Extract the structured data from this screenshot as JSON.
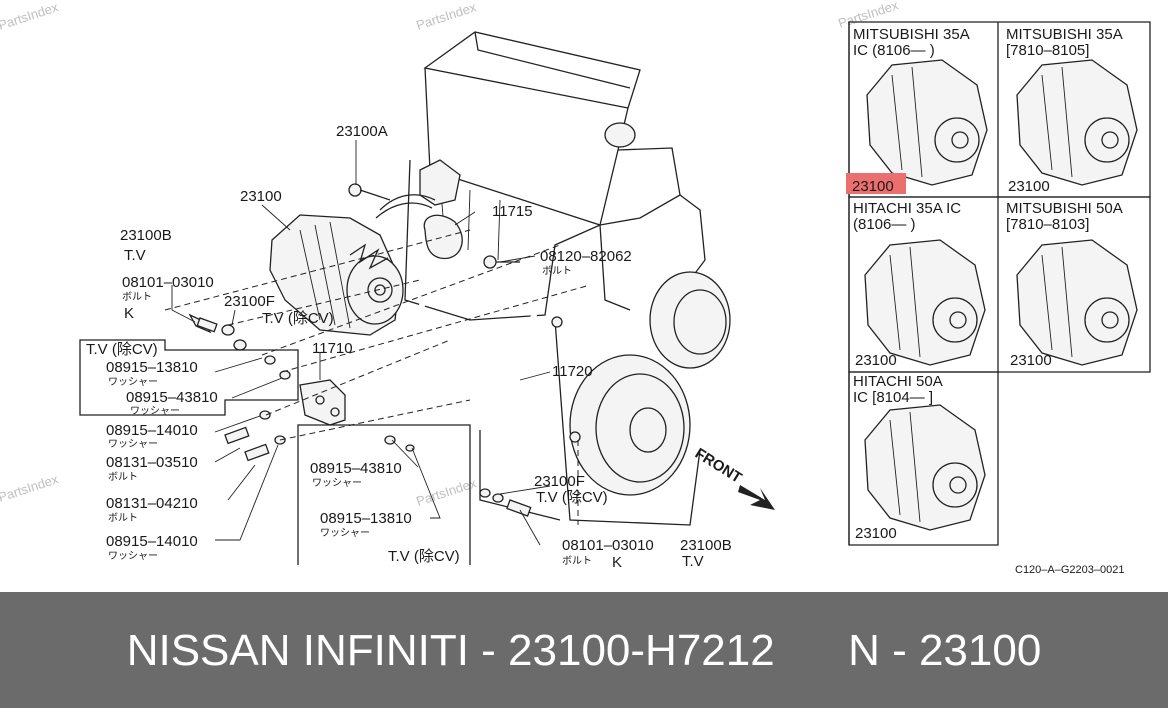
{
  "watermarks": [
    "PartsIndex",
    "PartsIndex",
    "PartsIndex",
    "PartsIndex",
    "PartsIndex"
  ],
  "diagram_labels": {
    "l_23100A": "23100A",
    "l_23100": "23100",
    "l_11715": "11715",
    "l_08120": "08120–82062",
    "l_08120_sub": "ボルト",
    "l_23100B_top": "23100B",
    "l_tv_top": "T.V",
    "l_08101_top": "08101–03010",
    "l_08101_top_sub": "ボルト",
    "l_k_top": "K",
    "l_23100F_top": "23100F",
    "l_tv_cv_top": "T.V (除CV)",
    "l_11710": "11710",
    "l_tv_cv_box": "T.V (除CV)",
    "l_08915_13810_a": "08915–13810",
    "l_washer_a": "ワッシャー",
    "l_08915_43810_a": "08915–43810",
    "l_washer_b": "ワッシャー",
    "l_11720": "11720",
    "l_08915_14010_a": "08915–14010",
    "l_washer_c": "ワッシャー",
    "l_08131_03510": "08131–03510",
    "l_bolt_a": "ボルト",
    "l_08131_04210": "08131–04210",
    "l_bolt_b": "ボルト",
    "l_08915_14010_b": "08915–14010",
    "l_washer_d": "ワッシャー",
    "l_08915_43810_b": "08915–43810",
    "l_washer_e": "ワッシャー",
    "l_08915_13810_b": "08915–13810",
    "l_washer_f": "ワッシャー",
    "l_tv_cv_box2": "T.V (除CV)",
    "l_23100F_bot": "23100F",
    "l_tv_cv_bot": "T.V (除CV)",
    "l_08101_bot": "08101–03010",
    "l_08101_bot_sub": "ボルト",
    "l_k_bot": "K",
    "l_23100B_bot": "23100B",
    "l_tv_bot": "T.V",
    "l_front": "FRONT"
  },
  "variant_panels": [
    {
      "title1": "MITSUBISHI  35A",
      "title2": "IC  (8106—      )",
      "part": "23100"
    },
    {
      "title1": "MITSUBISHI 35A",
      "title2": "[7810–8105]",
      "part": "23100"
    },
    {
      "title1": "HITACHI   35A  IC",
      "title2": "(8106—        )",
      "part": "23100"
    },
    {
      "title1": "MITSUBISHI  50A",
      "title2": "[7810–8103]",
      "part": "23100"
    },
    {
      "title1": "HITACHI   50A",
      "title2": "IC  [8104—          ]",
      "part": "23100"
    }
  ],
  "highlight_color": "#ec6f6f",
  "ref_code": "C120–A–G2203–0021",
  "footer": {
    "title": "NISSAN INFINITI - 23100-H7212      N - 23100",
    "bg_color": "#6b6b6b"
  }
}
